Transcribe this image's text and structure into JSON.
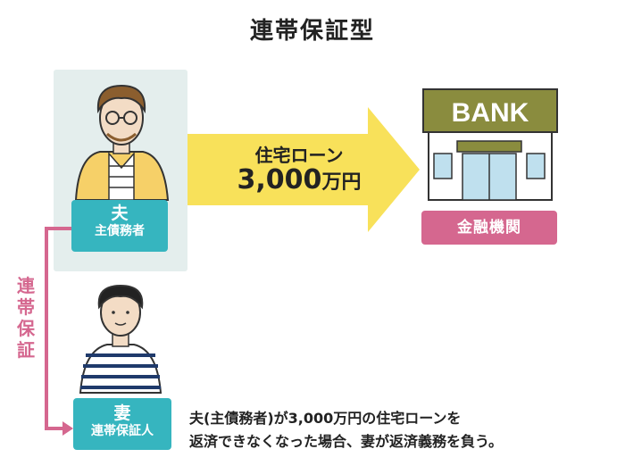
{
  "title": "連帯保証型",
  "husband": {
    "label": "夫",
    "role": "主債務者"
  },
  "wife": {
    "label": "妻",
    "role": "連帯保証人"
  },
  "loan": {
    "line1": "住宅ローン",
    "amount": "3,000",
    "unit": "万円"
  },
  "bank": {
    "sign": "BANK",
    "label": "金融機関"
  },
  "guarantee_label": [
    "連",
    "帯",
    "保",
    "証"
  ],
  "description": [
    "夫(主債務者)が3,000万円の住宅ローンを",
    "返済できなくなった場合、妻が返済義務を負う。"
  ],
  "colors": {
    "teal": "#36b5bf",
    "pink": "#d5678f",
    "arrow_yellow": "#f8e15a",
    "panel_bg": "#e4eeed",
    "bank_olive": "#8a8c3e"
  }
}
